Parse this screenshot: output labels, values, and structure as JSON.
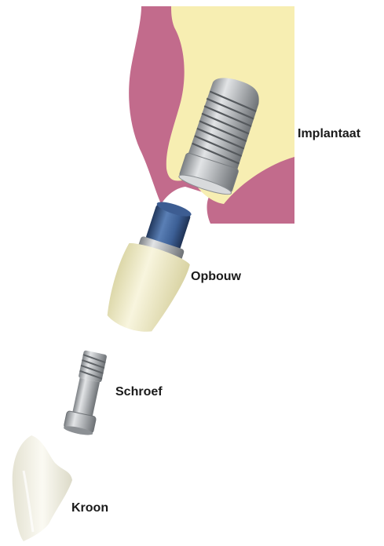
{
  "labels": {
    "implantaat": "Implantaat",
    "opbouw": "Opbouw",
    "schroef": "Schroef",
    "kroon": "Kroon"
  },
  "colors": {
    "gum": "#c26b8c",
    "bone": "#f7eeb2",
    "metal": "#b9bcbf",
    "abutment_blue": "#3c5f95",
    "ceramic": "#f4f0d2",
    "crown": "#f2f1e8"
  }
}
